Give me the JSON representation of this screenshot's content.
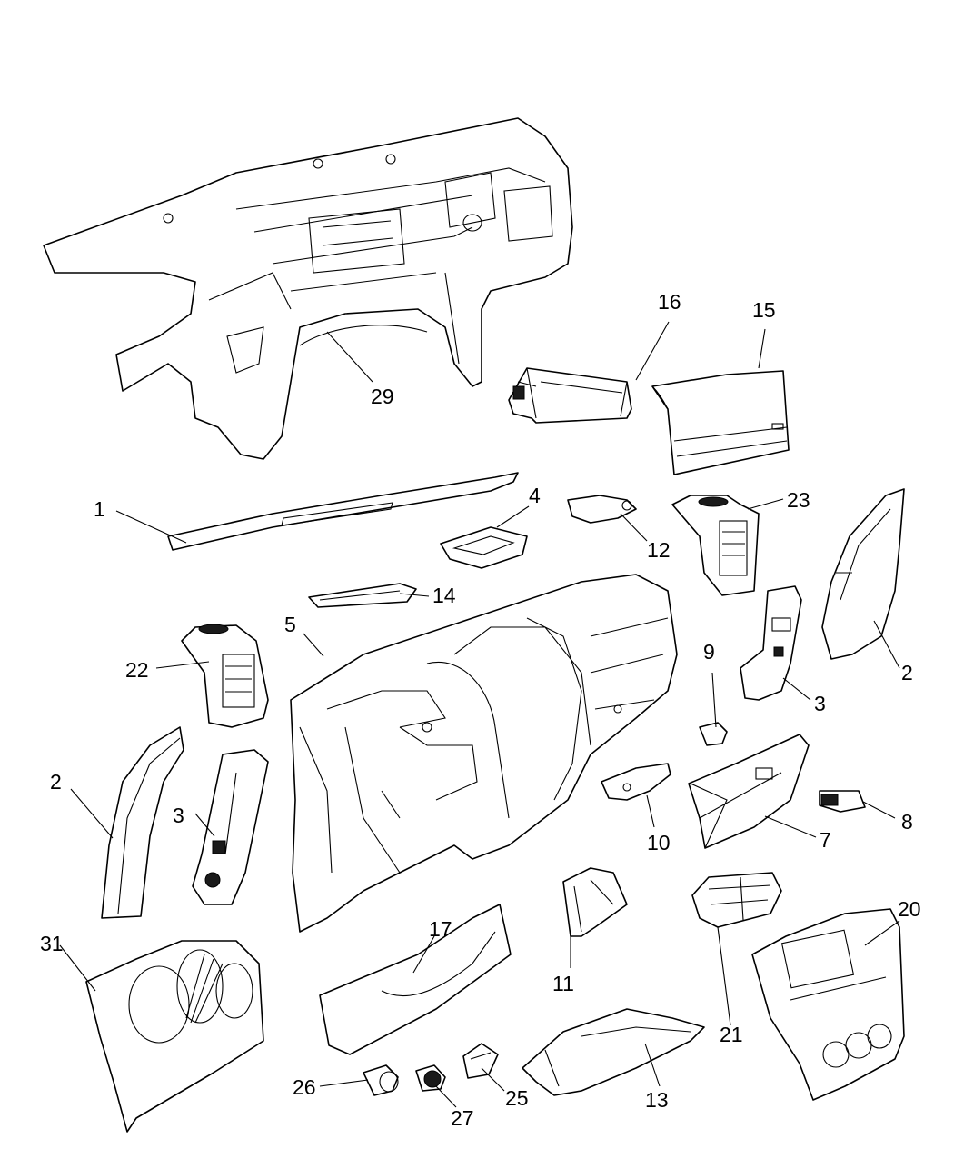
{
  "callouts": [
    {
      "id": "p1",
      "label": "1"
    },
    {
      "id": "p2a",
      "label": "2"
    },
    {
      "id": "p2b",
      "label": "2"
    },
    {
      "id": "p3a",
      "label": "3"
    },
    {
      "id": "p3b",
      "label": "3"
    },
    {
      "id": "p4",
      "label": "4"
    },
    {
      "id": "p5",
      "label": "5"
    },
    {
      "id": "p7",
      "label": "7"
    },
    {
      "id": "p8",
      "label": "8"
    },
    {
      "id": "p9",
      "label": "9"
    },
    {
      "id": "p10",
      "label": "10"
    },
    {
      "id": "p11",
      "label": "11"
    },
    {
      "id": "p12",
      "label": "12"
    },
    {
      "id": "p13",
      "label": "13"
    },
    {
      "id": "p14",
      "label": "14"
    },
    {
      "id": "p15",
      "label": "15"
    },
    {
      "id": "p16",
      "label": "16"
    },
    {
      "id": "p17",
      "label": "17"
    },
    {
      "id": "p20",
      "label": "20"
    },
    {
      "id": "p21",
      "label": "21"
    },
    {
      "id": "p22",
      "label": "22"
    },
    {
      "id": "p23",
      "label": "23"
    },
    {
      "id": "p25",
      "label": "25"
    },
    {
      "id": "p26",
      "label": "26"
    },
    {
      "id": "p27",
      "label": "27"
    },
    {
      "id": "p29",
      "label": "29"
    },
    {
      "id": "p31",
      "label": "31"
    }
  ]
}
